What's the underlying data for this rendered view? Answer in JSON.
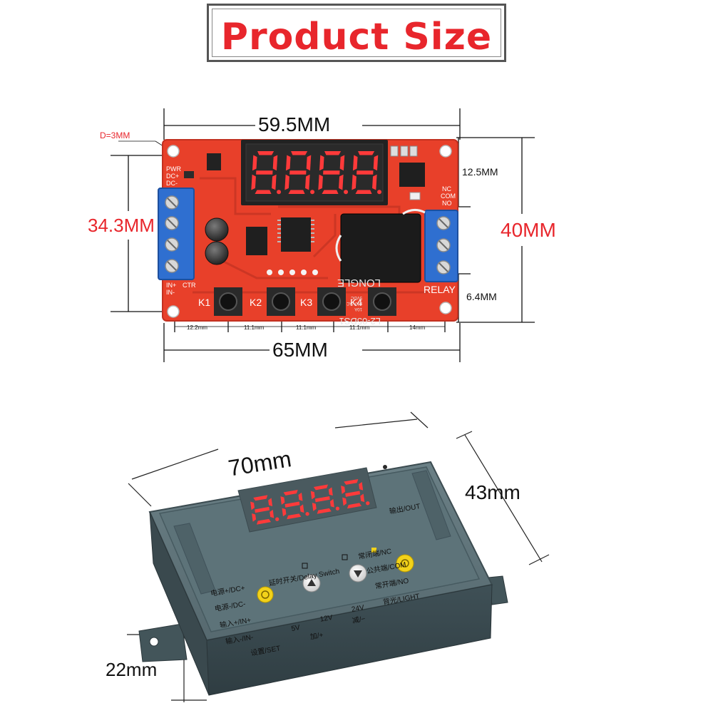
{
  "title": "Product Size",
  "board": {
    "dims": {
      "width_top": "59.5MM",
      "width_bottom": "65MM",
      "height_left": "34.3MM",
      "height_right": "40MM",
      "hole": "D=3MM",
      "top_offset": "12.5MM",
      "bottom_offset": "6.4MM",
      "spacing": [
        "12.2mm",
        "11.1mm",
        "11.1mm",
        "11.1mm",
        "14mm"
      ]
    },
    "silk": {
      "pwr": "PWR",
      "dcp": "DC+",
      "dcm": "DC-",
      "inp": "IN+",
      "inm": "IN-",
      "ctr": "CTR",
      "nc": "NC",
      "com": "COM",
      "no": "NO",
      "relay_label": "RELAY",
      "relay_brand": "LONGLE",
      "relay_model": "L2-05DS1",
      "relay_spec1": "10A",
      "relay_spec2": "250VAC",
      "relay_spec3": "5VDC"
    },
    "buttons": [
      "K1",
      "K2",
      "K3",
      "K4"
    ],
    "display": "8.8.8.8"
  },
  "case": {
    "dims": {
      "length": "70mm",
      "width": "43mm",
      "height": "22mm"
    },
    "labels": {
      "out": "输出/OUT",
      "delay": "延时开关/Delay Switch",
      "dcp": "电源+/DC+",
      "dcm": "电源-/DC-",
      "inp": "输入+/IN+",
      "inm": "输入-/IN-",
      "set": "设置/SET",
      "nc": "常闭端/NC",
      "com": "公共端/COM",
      "no": "常开端/NO",
      "light": "背光/LIGHT",
      "v5": "5V",
      "v12": "12V",
      "v24": "24V",
      "plus": "加/+",
      "minus": "减/−"
    },
    "display": "8.8.8.8"
  },
  "colors": {
    "title": "#e8262c",
    "pcb": "#e8402a",
    "terminal": "#2f6fd0",
    "case": "#4b5e64",
    "panel": "#5d7379",
    "button_yellow": "#f2d21a",
    "digit_red": "#ff3a3a"
  }
}
